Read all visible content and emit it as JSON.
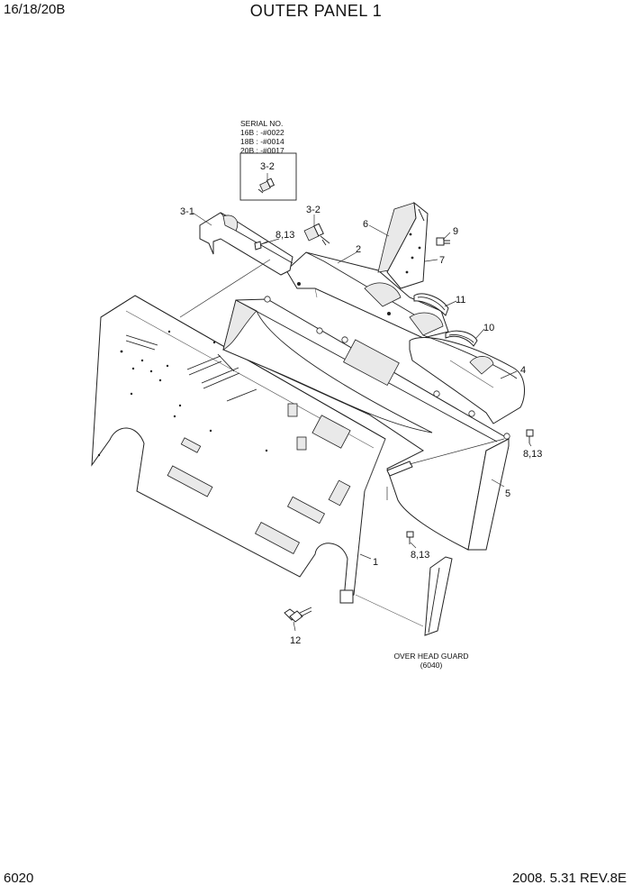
{
  "header": {
    "model": "16/18/20B",
    "title": "OUTER PANEL 1"
  },
  "footer": {
    "page_number": "6020",
    "revision": "2008. 5.31  REV.8E"
  },
  "serial_box": {
    "heading": "SERIAL NO.",
    "lines": [
      "16B : -#0022",
      "18B : -#0014",
      "20B : -#0017"
    ],
    "part_label": "3-2"
  },
  "callouts": {
    "p1": "1",
    "p2": "2",
    "p3_1": "3-1",
    "p3_2": "3-2",
    "p4": "4",
    "p5": "5",
    "p6": "6",
    "p7": "7",
    "p8_13_a": "8,13",
    "p8_13_b": "8,13",
    "p8_13_c": "8,13",
    "p9": "9",
    "p10": "10",
    "p11": "11",
    "p12": "12"
  },
  "reference": {
    "label": "OVER HEAD GUARD",
    "code": "(6040)"
  }
}
